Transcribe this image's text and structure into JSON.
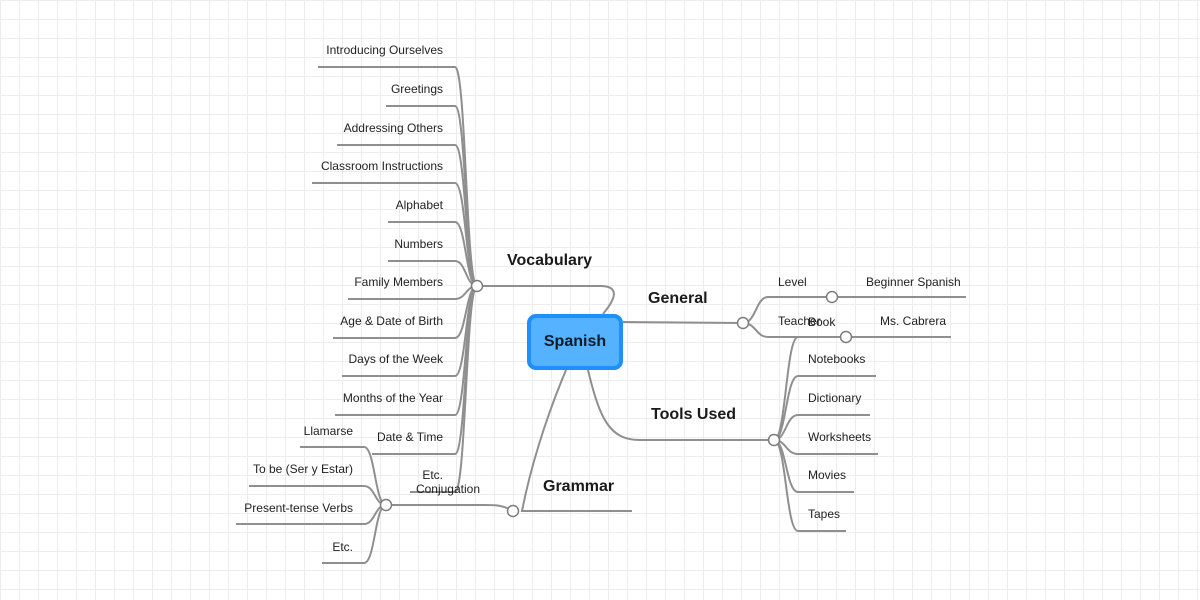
{
  "central": "Spanish",
  "vocabulary": {
    "title": "Vocabulary",
    "items": [
      "Introducing Ourselves",
      "Greetings",
      "Addressing Others",
      "Classroom Instructions",
      "Alphabet",
      "Numbers",
      "Family Members",
      "Age & Date of Birth",
      "Days of the Week",
      "Months of the Year",
      "Date & Time",
      "Etc."
    ]
  },
  "general": {
    "title": "General",
    "level_label": "Level",
    "level_value": "Beginner Spanish",
    "teacher_label": "Teacher",
    "teacher_value": "Ms. Cabrera"
  },
  "tools": {
    "title": "Tools Used",
    "items": [
      "Book",
      "Notebooks",
      "Dictionary",
      "Worksheets",
      "Movies",
      "Tapes"
    ]
  },
  "grammar": {
    "title": "Grammar",
    "conjugation_label": "Conjugation",
    "items": [
      "Llamarse",
      "To be (Ser y Estar)",
      "Present-tense Verbs",
      "Etc."
    ]
  }
}
